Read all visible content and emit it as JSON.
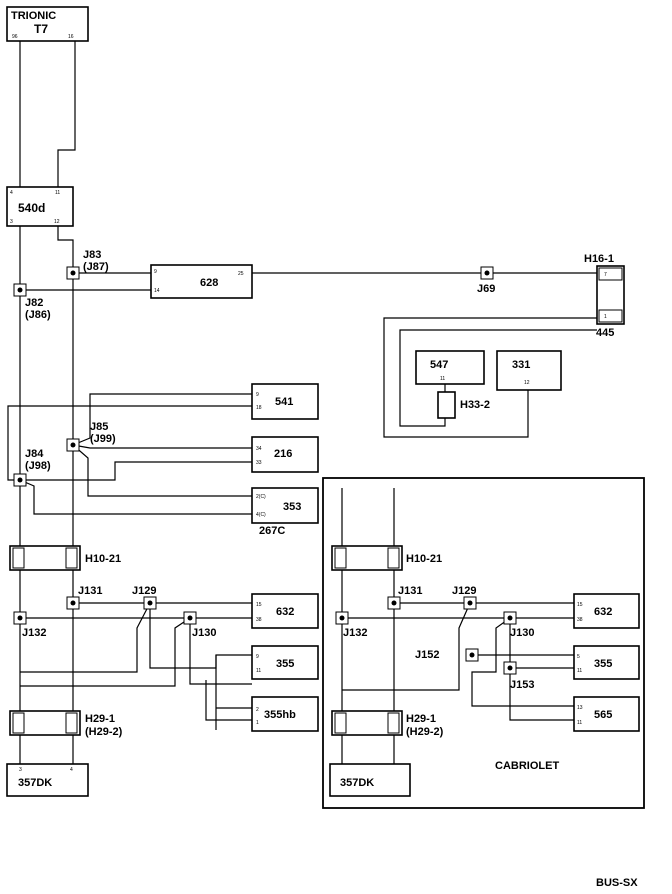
{
  "components": {
    "trionic": "TRIONIC",
    "t7": "T7",
    "c540d": "540d",
    "c628": "628",
    "c547": "547",
    "c331": "331",
    "c541": "541",
    "c216": "216",
    "c353": "353",
    "c267c": "267C",
    "c632": "632",
    "c355": "355",
    "c355hb": "355hb",
    "c357dk": "357DK",
    "c565": "565",
    "c445": "445"
  },
  "connectors": {
    "h16_1": "H16-1",
    "h33_2": "H33-2",
    "h10_21": "H10-21",
    "h29_1": "H29-1",
    "h29_2": "(H29-2)"
  },
  "junctions": {
    "j83": "J83",
    "j87": "(J87)",
    "j82": "J82",
    "j86": "(J86)",
    "j69": "J69",
    "j85": "J85",
    "j99": "(J99)",
    "j84": "J84",
    "j98": "(J98)",
    "j131": "J131",
    "j129": "J129",
    "j132": "J132",
    "j130": "J130",
    "j152": "J152",
    "j153": "J153"
  },
  "pins": {
    "p96": "96",
    "p16": "16",
    "p4": "4",
    "p11": "11",
    "p3": "3",
    "p12": "12",
    "p9": "9",
    "p14": "14",
    "p25": "25",
    "p7": "7",
    "p1": "1",
    "p18": "18",
    "p34": "34",
    "p33": "33",
    "p2c": "2(C)",
    "p4c": "4(C)",
    "p15": "15",
    "p38": "38",
    "p5": "5",
    "p2": "2",
    "p13": "13"
  },
  "section": {
    "cabriolet": "CABRIOLET"
  },
  "footer": {
    "code": "BUS-SX"
  }
}
